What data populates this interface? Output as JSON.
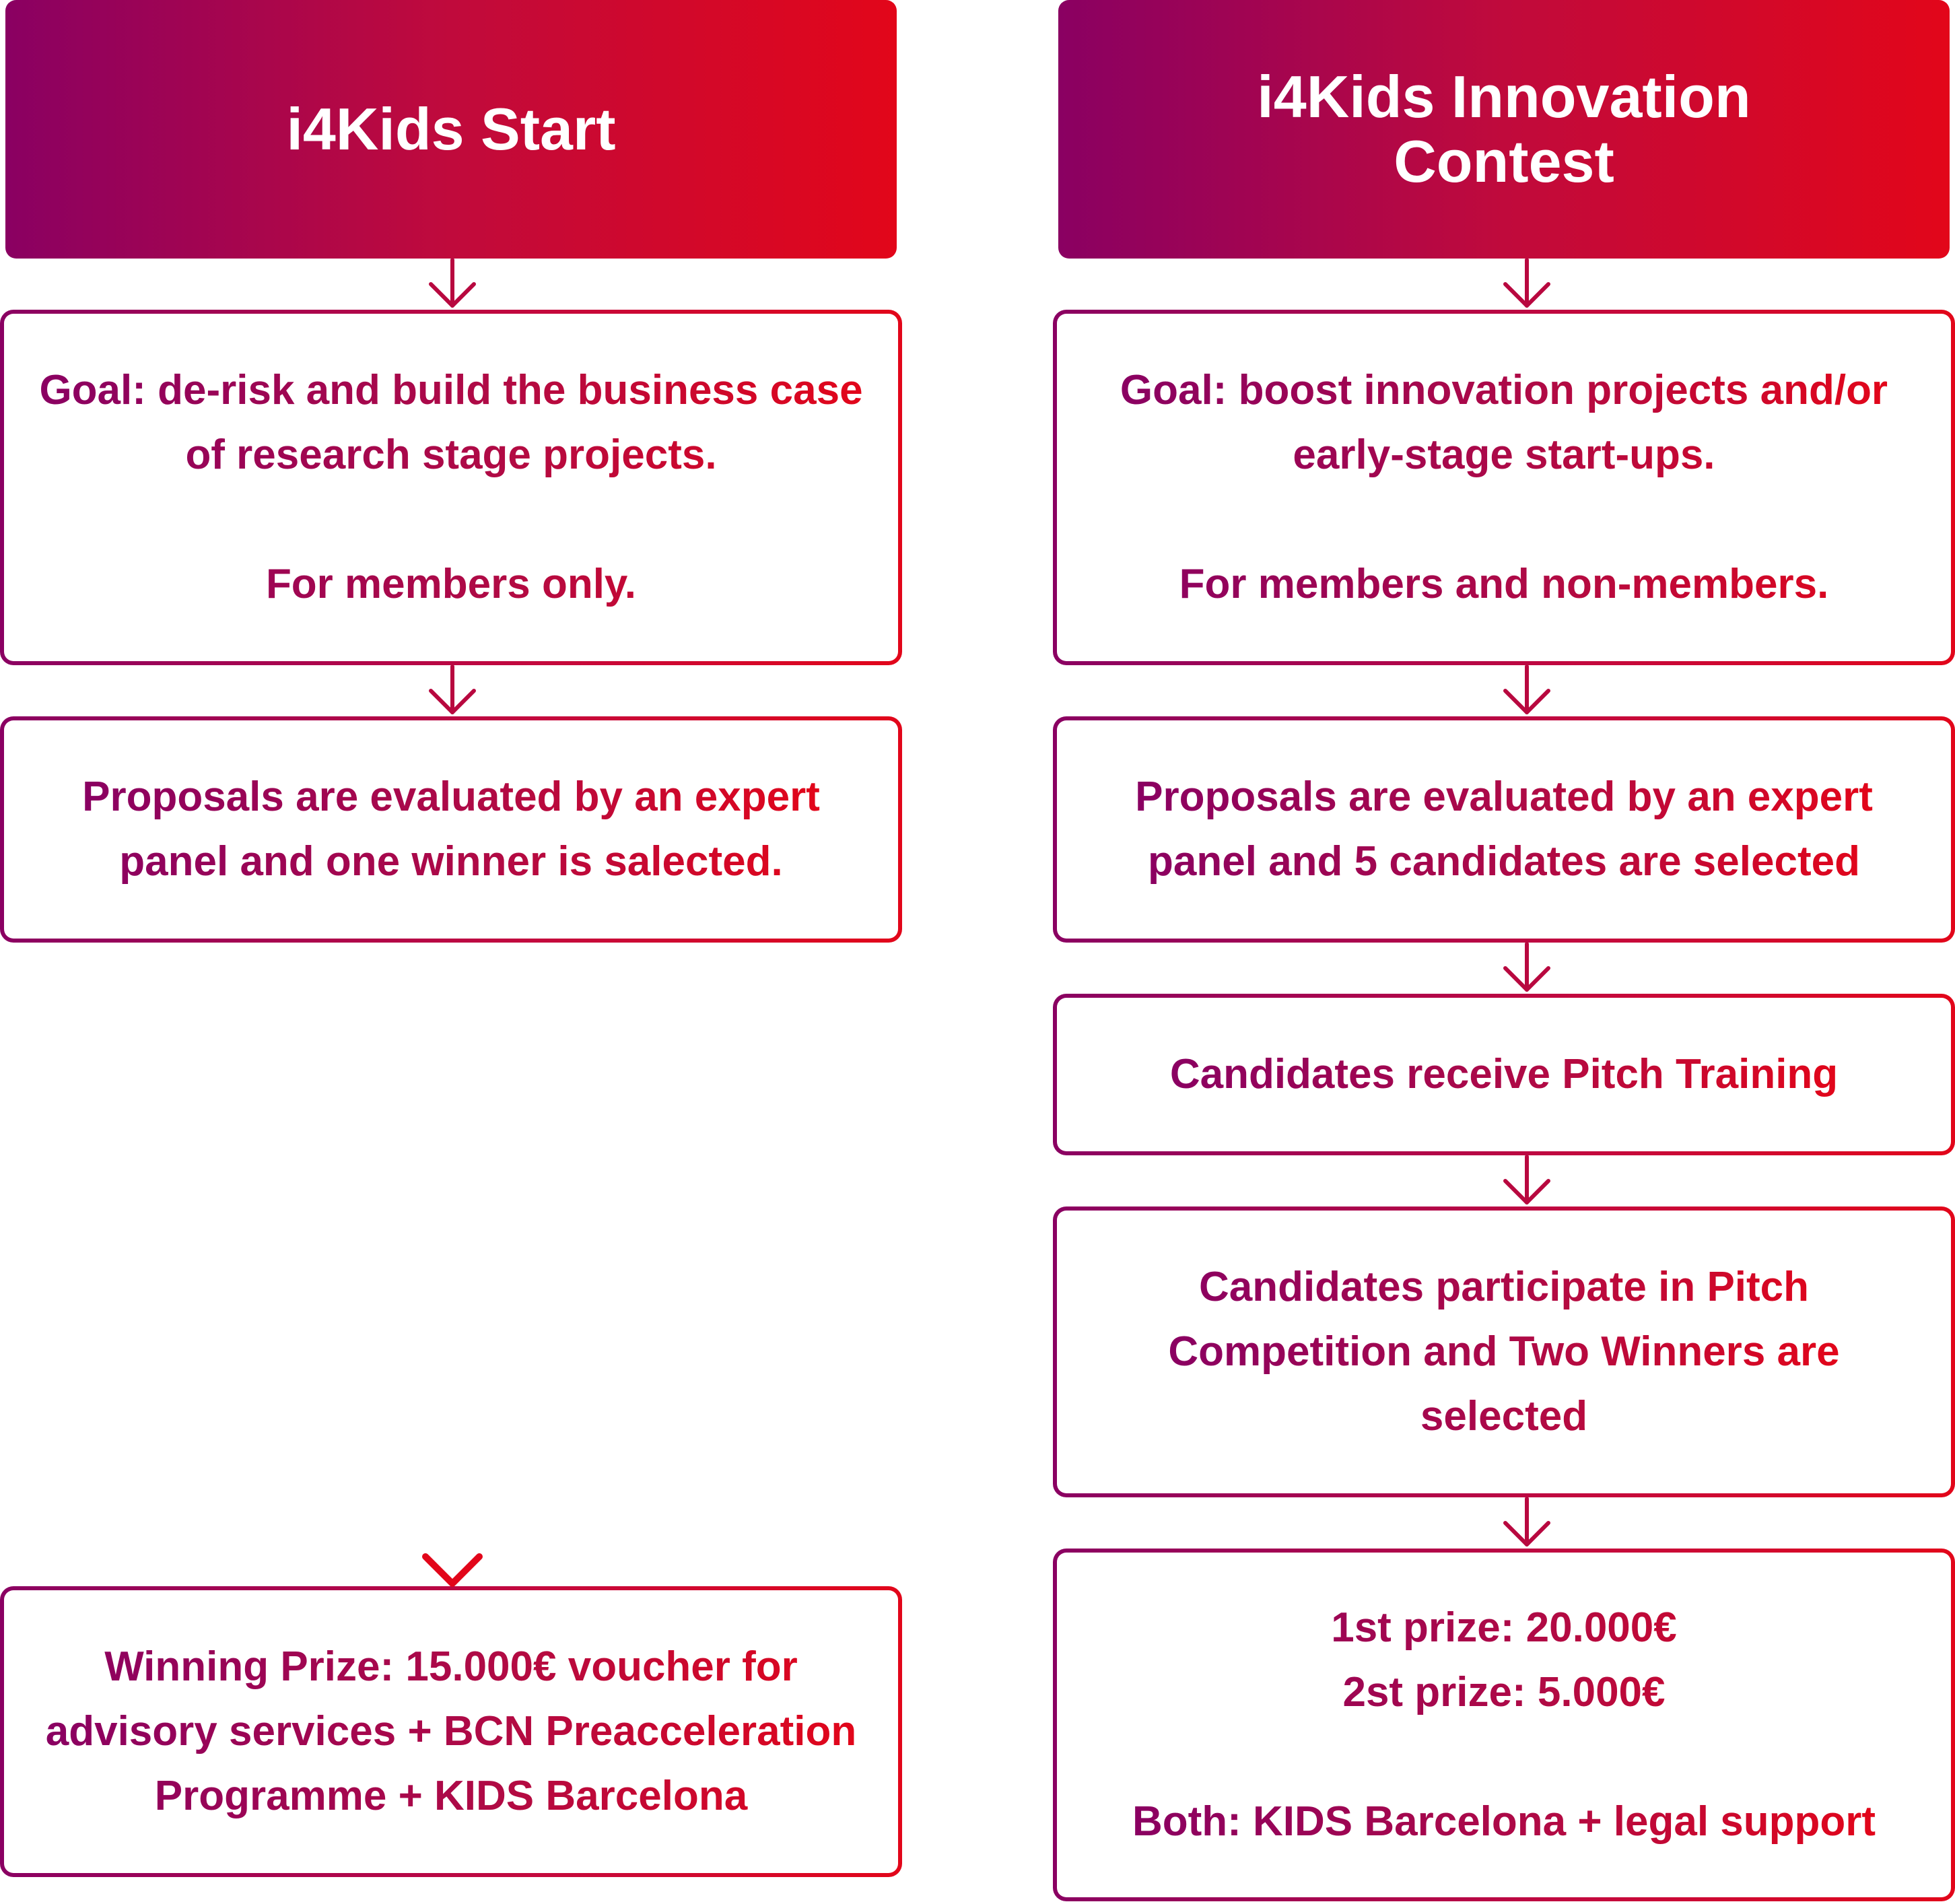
{
  "left": {
    "title": "i4Kids Start",
    "goal": "Goal: de-risk and build the business case\nof research stage projects.\n\nFor members only.",
    "evaluation": "Proposals are evaluated by an expert\npanel and one winner is salected.",
    "prize": "Winning Prize: 15.000€ voucher for\nadvisory services + BCN Preacceleration\nProgramme + KIDS Barcelona"
  },
  "right": {
    "title": "i4Kids Innovation\nContest",
    "goal": "Goal: boost innovation projects and/or\nearly-stage start-ups.\n\nFor members and non-members.",
    "evaluation": "Proposals are evaluated by an expert\npanel and 5 candidates are selected",
    "training": "Candidates receive Pitch Training",
    "competition": "Candidates participate in Pitch\nCompetition and Two Winners  are\nselected",
    "prizes": "1st prize: 20.000€\n2st prize: 5.000€\n\nBoth: KIDS Barcelona + legal support"
  },
  "colors": {
    "purple": "#8a0062",
    "red": "#e2061a"
  }
}
